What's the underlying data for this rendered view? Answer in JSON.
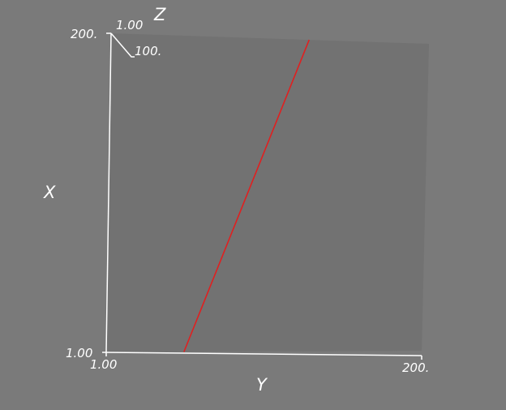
{
  "viewer": {
    "background_color": "#7a7a7a",
    "slice_color": "#727272",
    "axis_color": "#ffffff",
    "line_color": "#e02020"
  },
  "axes": {
    "x": {
      "title": "X",
      "min_label": "1.00",
      "max_label": "200."
    },
    "y": {
      "title": "Y",
      "min_label": "1.00",
      "max_label": "200."
    },
    "z": {
      "title": "Z",
      "min_label": "1.00",
      "max_label": "100."
    }
  },
  "curve": {
    "name": "red-line",
    "points": [
      {
        "x": 1.0,
        "y": 50.0
      },
      {
        "x": 200.0,
        "y": 125.0
      }
    ]
  }
}
